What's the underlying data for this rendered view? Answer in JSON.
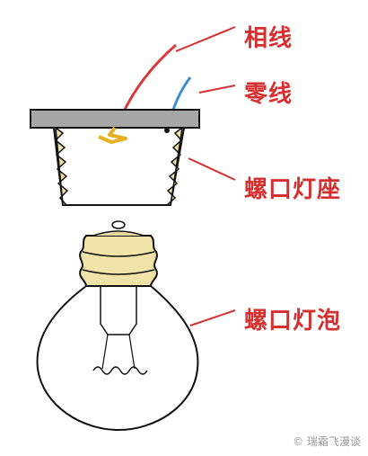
{
  "labels": {
    "live_wire": "相线",
    "neutral_wire": "零线",
    "screw_socket": "螺口灯座",
    "screw_bulb": "螺口灯泡"
  },
  "watermark": "© 瑞霜飞漫谈",
  "colors": {
    "label": "#d62f2f",
    "live_wire": "#d63a3a",
    "neutral_wire": "#3b8fd2",
    "plate": "#a7a7a7",
    "brass": "#f0e3a8",
    "contact": "#e8b020"
  }
}
